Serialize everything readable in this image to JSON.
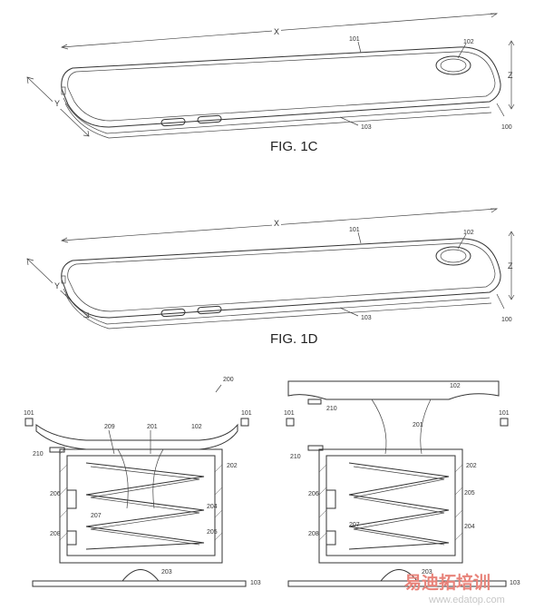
{
  "figures": {
    "fig1c": {
      "caption": "FIG. 1C",
      "axis_x": "X",
      "axis_y": "Y",
      "axis_z": "Z",
      "label_device": "100",
      "label_cover": "101",
      "label_button": "102",
      "label_housing": "103"
    },
    "fig1d": {
      "caption": "FIG. 1D",
      "axis_x": "X",
      "axis_y": "Y",
      "axis_z": "Z",
      "label_device": "100",
      "label_cover": "101",
      "label_button": "102",
      "label_housing": "103"
    },
    "fig2_left": {
      "label_assembly": "200",
      "label_101_left": "101",
      "label_101_right": "101",
      "label_201": "201",
      "label_102": "102",
      "label_209": "209",
      "label_210": "210",
      "label_202": "202",
      "label_204": "204",
      "label_205": "205",
      "label_206": "206",
      "label_207": "207",
      "label_208": "208",
      "label_203": "203",
      "label_103": "103"
    },
    "fig2_right": {
      "label_101_left": "101",
      "label_101_right": "101",
      "label_102": "102",
      "label_210a": "210",
      "label_201": "201",
      "label_210b": "210",
      "label_202": "202",
      "label_206": "206",
      "label_205": "205",
      "label_207": "207",
      "label_208": "208",
      "label_204": "204",
      "label_203": "203",
      "label_103": "103"
    }
  },
  "watermark": {
    "brand": "易迪拓培训",
    "url": "www.edatop.com",
    "color_brand": "#e8837a",
    "color_url": "#c7c7c7"
  }
}
